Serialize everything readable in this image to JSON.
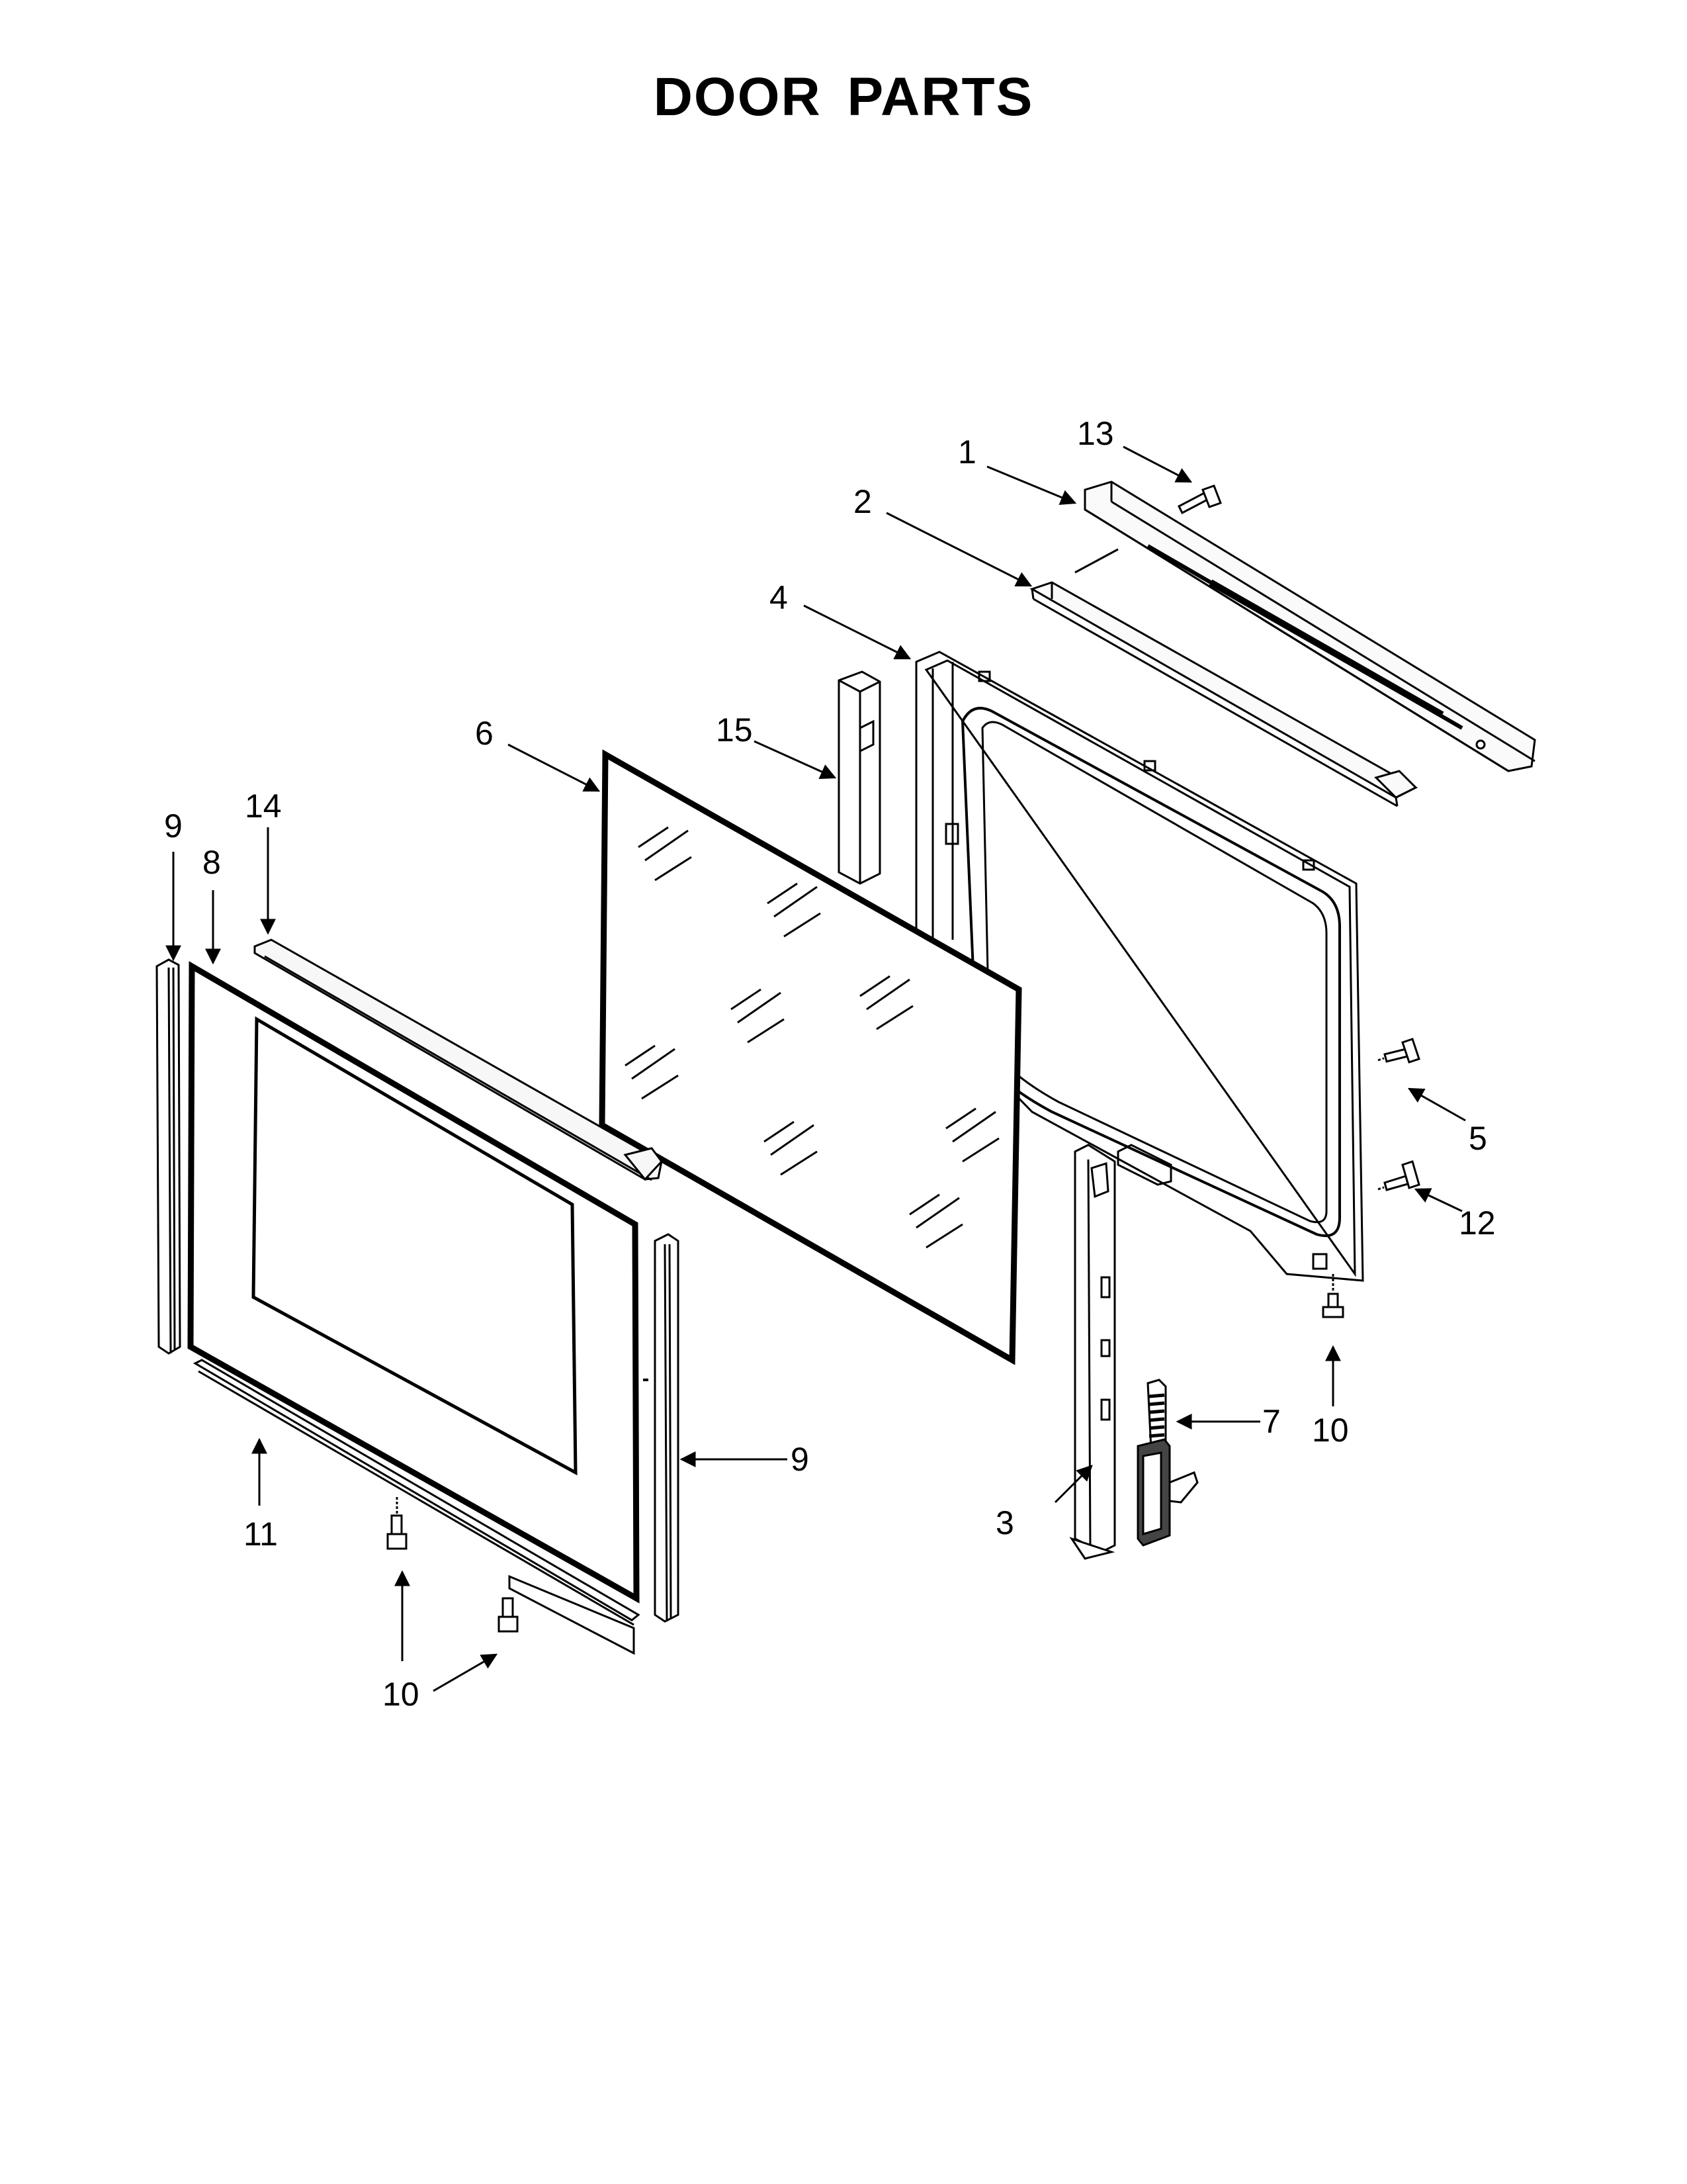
{
  "title": "DOOR PARTS",
  "callouts": {
    "c1": "1",
    "c2": "2",
    "c3": "3",
    "c4": "4",
    "c5": "5",
    "c6": "6",
    "c7": "7",
    "c8": "8",
    "c9a": "9",
    "c9b": "9",
    "c10a": "10",
    "c10b": "10",
    "c11": "11",
    "c12": "12",
    "c13": "13",
    "c14": "14",
    "c15": "15"
  },
  "colors": {
    "line": "#000000",
    "paper": "#ffffff",
    "fill_light": "#f4f4f4"
  }
}
